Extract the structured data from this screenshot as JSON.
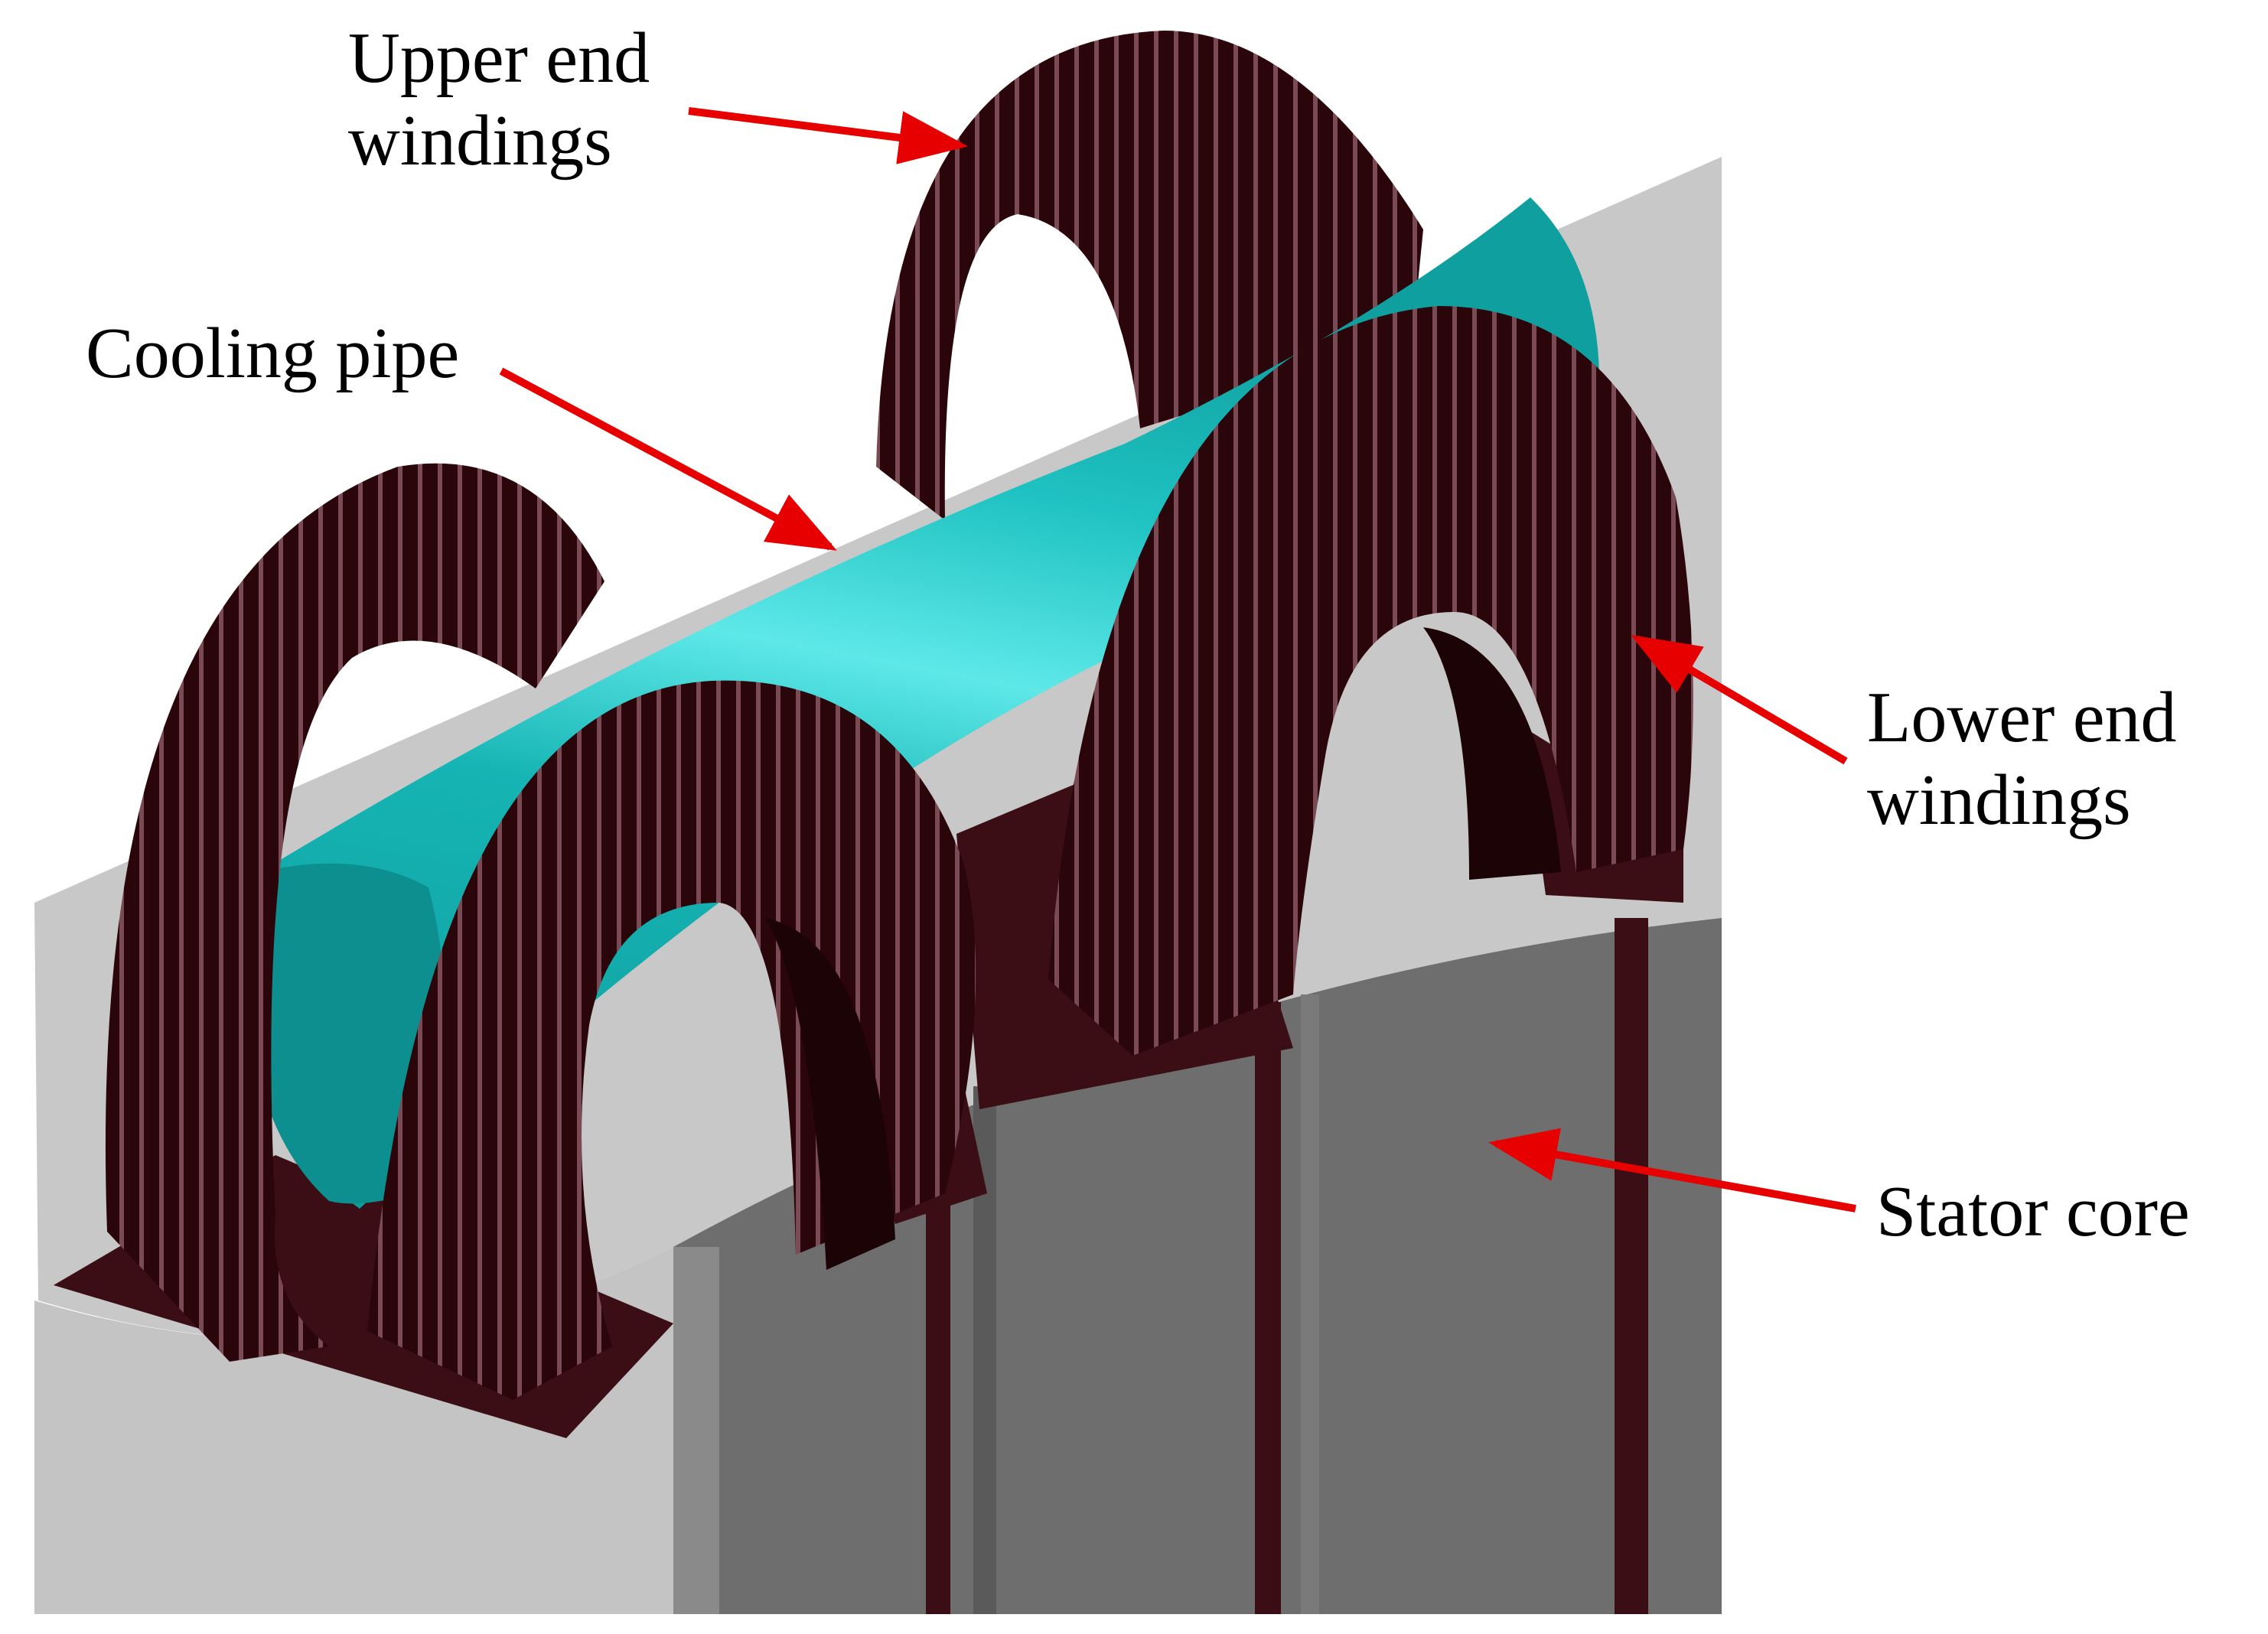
{
  "labels": {
    "upper_end_windings": {
      "line1": "Upper end",
      "line2": "windings"
    },
    "cooling_pipe": "Cooling pipe",
    "lower_end_windings": {
      "line1": "Lower end",
      "line2": "windings"
    },
    "stator_core": "Stator core"
  },
  "colors": {
    "background": "#ffffff",
    "stator_top": "#c8c8c8",
    "stator_face": "#6e6e6e",
    "stator_face_light": "#808080",
    "slot_liner": "#3a0e14",
    "winding_dark": "#2a0509",
    "winding_stripe": "#7a4a55",
    "cooling_pipe": "#16b4b4",
    "cooling_pipe_highlight": "#5ee8e8",
    "cooling_pipe_end": "#0e8f8f",
    "arrow": "#e60000"
  }
}
